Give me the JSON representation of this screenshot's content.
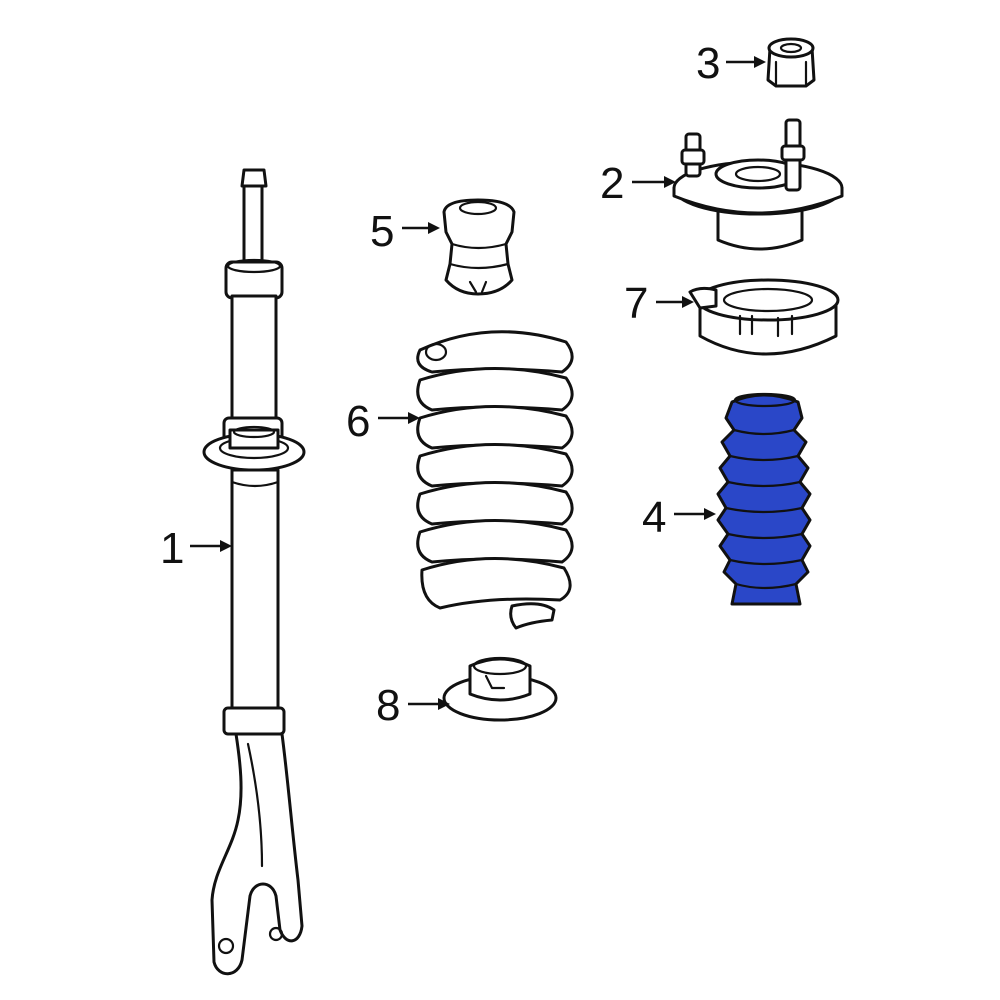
{
  "diagram": {
    "highlight_color": "#2a47c8",
    "callouts": [
      {
        "id": "strut",
        "number": "1"
      },
      {
        "id": "upper-mount",
        "number": "2"
      },
      {
        "id": "nut",
        "number": "3"
      },
      {
        "id": "dust-boot",
        "number": "4",
        "highlighted": true
      },
      {
        "id": "bump-stop",
        "number": "5"
      },
      {
        "id": "coil-spring",
        "number": "6"
      },
      {
        "id": "upper-spring-seat",
        "number": "7"
      },
      {
        "id": "lower-spring-insulator",
        "number": "8"
      }
    ]
  }
}
